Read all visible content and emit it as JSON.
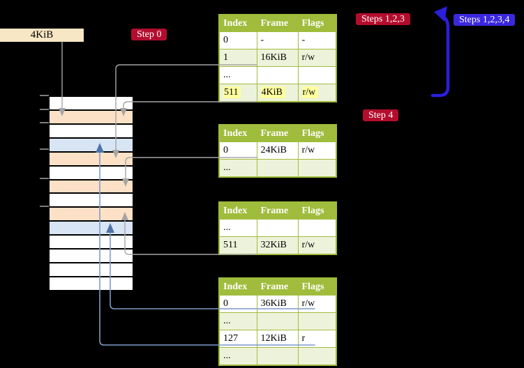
{
  "labels": {
    "frame_size": "4KiB",
    "step0": "Step 0",
    "step4": "Step 4",
    "steps123": "Steps 1,2,3",
    "steps1234": "Steps 1,2,3,4"
  },
  "tables": [
    {
      "headers": [
        "Index",
        "Frame",
        "Flags"
      ],
      "rows": [
        [
          "0",
          "-",
          "-"
        ],
        [
          "1",
          "16KiB",
          "r/w"
        ],
        [
          "...",
          "",
          ""
        ],
        [
          "511",
          "4KiB",
          "r/w"
        ]
      ],
      "highlighted_row": "511"
    },
    {
      "headers": [
        "Index",
        "Frame",
        "Flags"
      ],
      "rows": [
        [
          "0",
          "24KiB",
          "r/w"
        ],
        [
          "...",
          "",
          ""
        ]
      ]
    },
    {
      "headers": [
        "Index",
        "Frame",
        "Flags"
      ],
      "rows": [
        [
          "...",
          "",
          ""
        ],
        [
          "511",
          "32KiB",
          "r/w"
        ]
      ]
    },
    {
      "headers": [
        "Index",
        "Frame",
        "Flags"
      ],
      "rows": [
        [
          "0",
          "36KiB",
          "r/w"
        ],
        [
          "...",
          "",
          ""
        ],
        [
          "127",
          "12KiB",
          "r"
        ],
        [
          "...",
          "",
          ""
        ]
      ]
    }
  ],
  "memory": {
    "row_colors": [
      "#ffffff",
      "#fce1c6",
      "#ffffff",
      "#d8e5f4",
      "#fce1c6",
      "#ffffff",
      "#fce1c6",
      "#ffffff",
      "#fce1c6",
      "#d8e5f4",
      "#ffffff",
      "#ffffff",
      "#ffffff",
      "#ffffff"
    ]
  },
  "colors": {
    "badge-red": "#b30d2e",
    "badge-blue": "#3b28de",
    "olive": "#a0bc3c",
    "table-alt": "#edf2da",
    "highlight": "#ffff9d",
    "cream": "#f8e7c4",
    "gray-line": "#a5a5a5",
    "blue-line": "#7d9cc8",
    "blue-arrowhead": "#4f74ab",
    "big-arrow": "#2b1fdb"
  }
}
